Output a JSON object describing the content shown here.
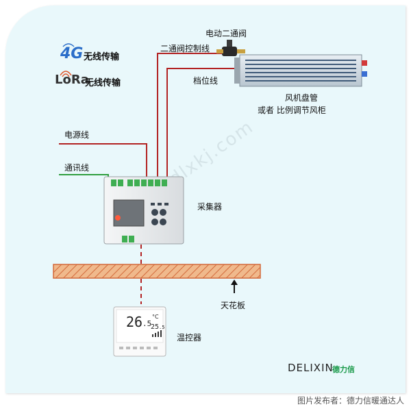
{
  "labels": {
    "valve": "电动二通阀",
    "valve_control_line": "二通阀控制线",
    "speed_line": "档位线",
    "fan_coil": "风机盘管",
    "fan_coil_alt": "或者 比例调节风柜",
    "power_line": "电源线",
    "comm_line": "通讯线",
    "collector": "采集器",
    "ceiling": "天花板",
    "thermostat": "温控器",
    "wireless_4g": "无线传输",
    "wireless_lora": "无线传输"
  },
  "logos": {
    "four_g": "4G",
    "lora": "LoRa"
  },
  "thermostat_display": {
    "main_temp": "26",
    "main_temp_decimal": ".5",
    "unit": "°C",
    "sub_temp": "25",
    "sub_temp_decimal": ".5"
  },
  "brand": {
    "name": "DELIXIN",
    "name_cn": "德力信"
  },
  "watermark": "德力信 dlxkj.com",
  "caption": "图片发布者：德力信暖通达人",
  "colors": {
    "power_wire": "#b22222",
    "comm_wire": "#2e9e3e",
    "ceiling_fill": "#f0b98c",
    "ceiling_hatch": "#d2693a",
    "panel_bg": "#e9f8fb",
    "lora_accent": "#e0562a",
    "four_g_blue": "#2b6ec9"
  }
}
